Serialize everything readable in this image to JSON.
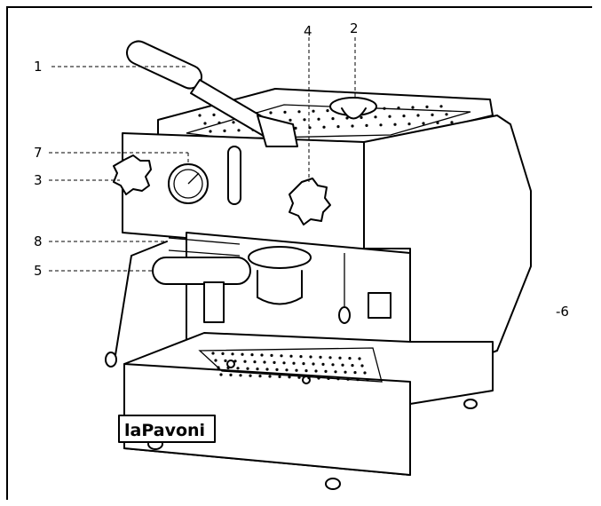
{
  "callouts": [
    {
      "id": "1",
      "label": "1"
    },
    {
      "id": "2",
      "label": "2"
    },
    {
      "id": "3",
      "label": "3"
    },
    {
      "id": "4",
      "label": "4"
    },
    {
      "id": "5",
      "label": "5"
    },
    {
      "id": "6",
      "label": "-6"
    },
    {
      "id": "7",
      "label": "7"
    },
    {
      "id": "8",
      "label": "8"
    }
  ],
  "brand": "laPavoni"
}
